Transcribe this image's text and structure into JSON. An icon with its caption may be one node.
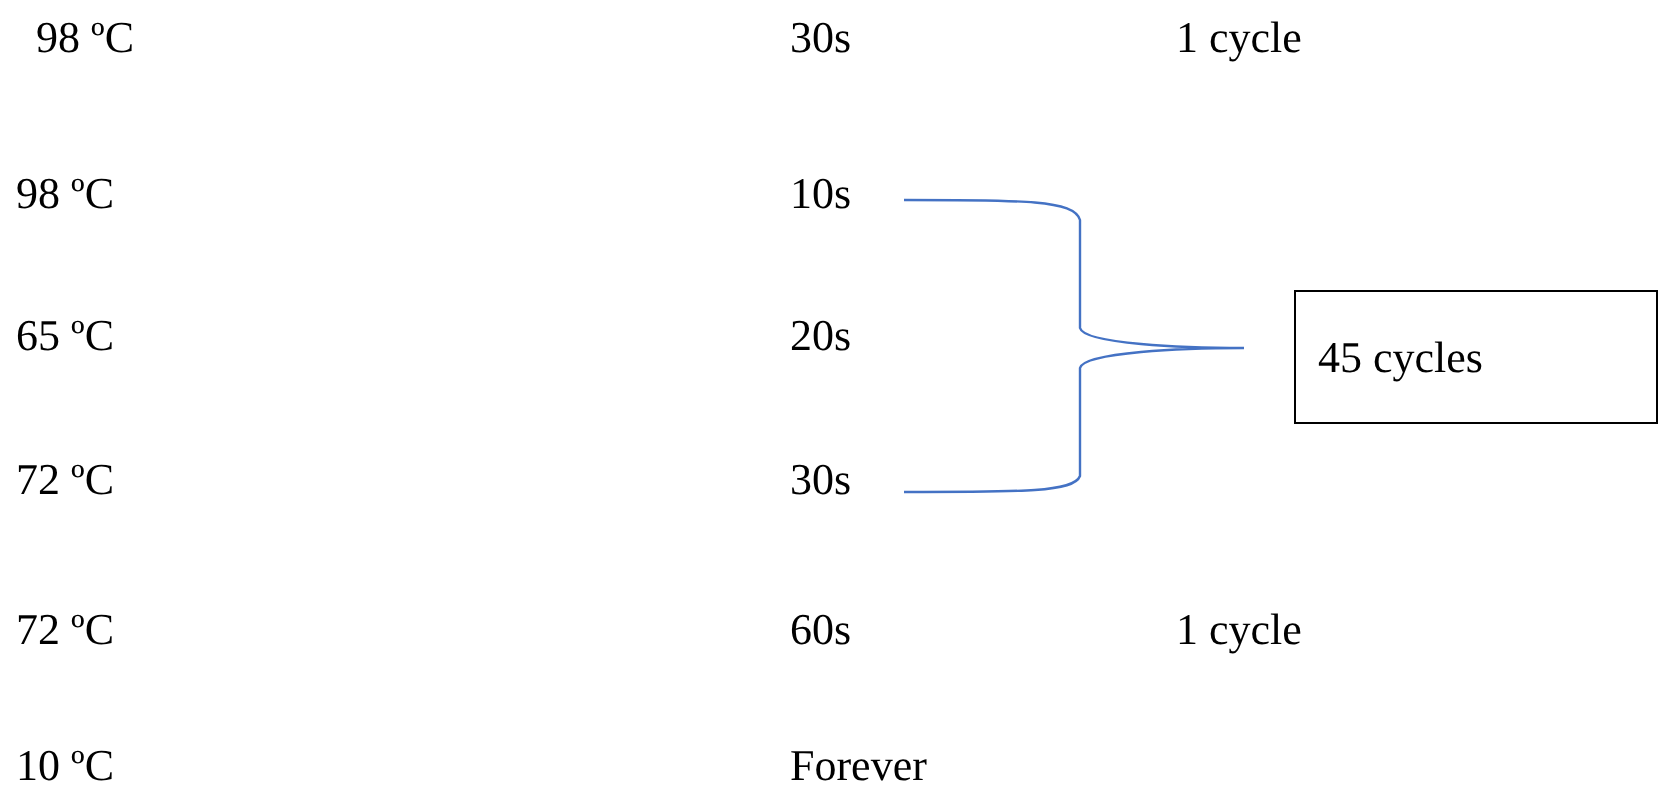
{
  "diagram": {
    "nodes": [
      {
        "text": [
          "45 cycles"
        ]
      }
    ],
    "labels": [
      "98 ºC",
      "30s",
      "1 cycle",
      "98 ºC",
      "10s",
      "65 ºC",
      "20s",
      "72 ºC",
      "30s",
      "72 ºC",
      "60s",
      "1 cycle",
      "10 ºC",
      "Forever"
    ]
  }
}
